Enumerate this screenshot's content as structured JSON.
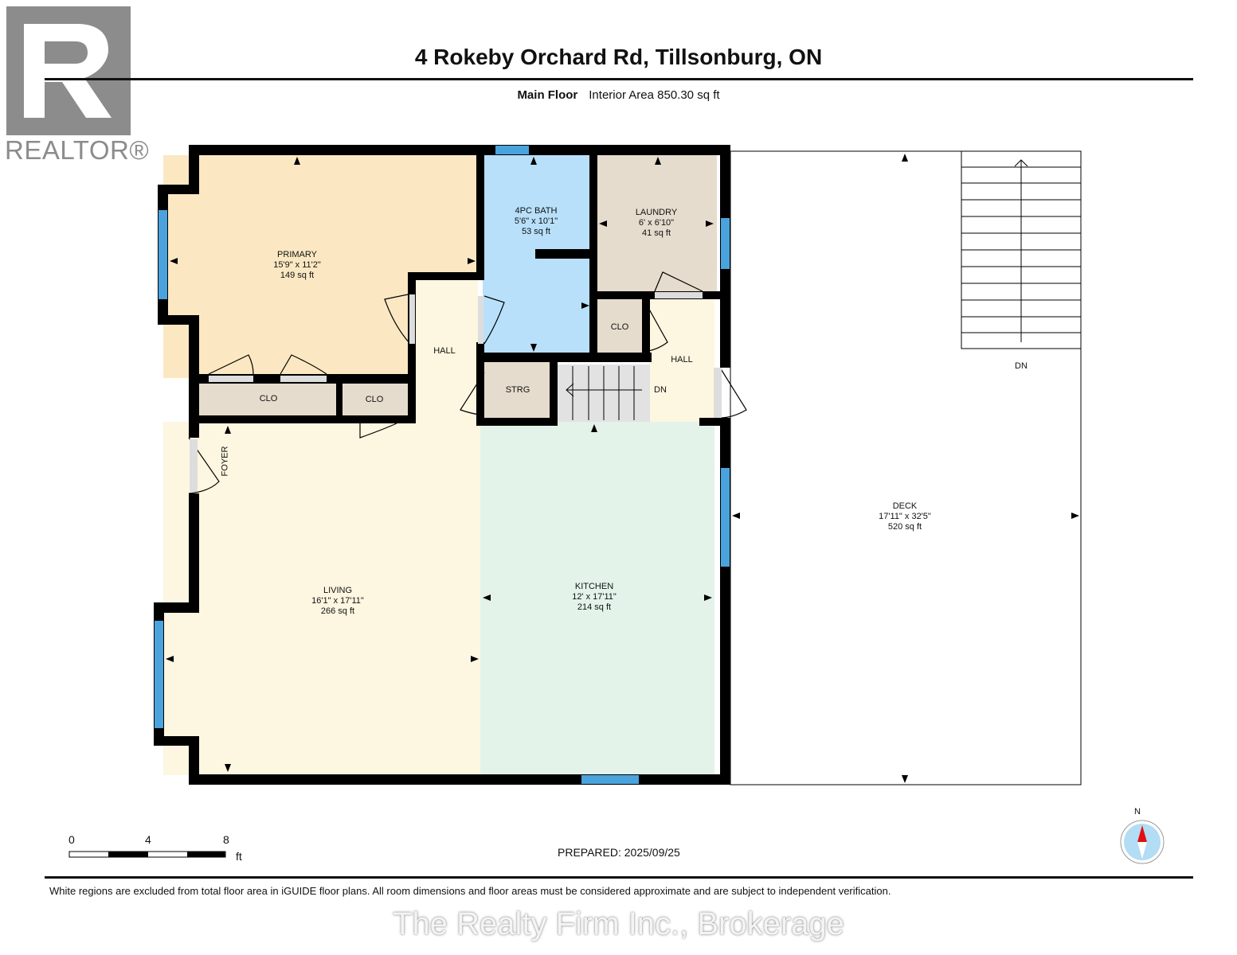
{
  "header": {
    "title": "4 Rokeby Orchard Rd, Tillsonburg, ON",
    "floor": "Main Floor",
    "area": "Interior Area 850.30 sq ft"
  },
  "logo": {
    "text": "REALTOR®"
  },
  "rooms": {
    "primary": {
      "name": "PRIMARY",
      "dims": "15'9\" x 11'2\"",
      "area": "149 sq ft"
    },
    "bath": {
      "name": "4PC BATH",
      "dims": "5'6\" x 10'1\"",
      "area": "53 sq ft"
    },
    "laundry": {
      "name": "LAUNDRY",
      "dims": "6' x 6'10\"",
      "area": "41 sq ft"
    },
    "living": {
      "name": "LIVING",
      "dims": "16'1\" x 17'11\"",
      "area": "266 sq ft"
    },
    "kitchen": {
      "name": "KITCHEN",
      "dims": "12' x 17'11\"",
      "area": "214 sq ft"
    },
    "deck": {
      "name": "DECK",
      "dims": "17'11\" x 32'5\"",
      "area": "520 sq ft"
    },
    "hall1": "HALL",
    "hall2": "HALL",
    "clo1": "CLO",
    "clo2": "CLO",
    "clo3": "CLO",
    "strg": "STRG",
    "foyer": "FOYER",
    "dn1": "DN",
    "dn2": "DN"
  },
  "scale": {
    "t0": "0",
    "t4": "4",
    "t8": "8",
    "unit": "ft"
  },
  "compass": {
    "north": "N"
  },
  "prepared": "PREPARED: 2025/09/25",
  "disclaimer": "White regions are excluded from total floor area in iGUIDE floor plans. All room dimensions and floor areas must be considered approximate and are subject to independent verification.",
  "watermark": "The Realty Firm Inc., Brokerage",
  "colors": {
    "primary": "#fbe8c2",
    "bath": "#b9e0fa",
    "laundry": "#e6dccd",
    "hall": "#fdf6e0",
    "kitchen": "#e3f3ea",
    "window": "#4aa3dc",
    "wall": "#000000"
  }
}
